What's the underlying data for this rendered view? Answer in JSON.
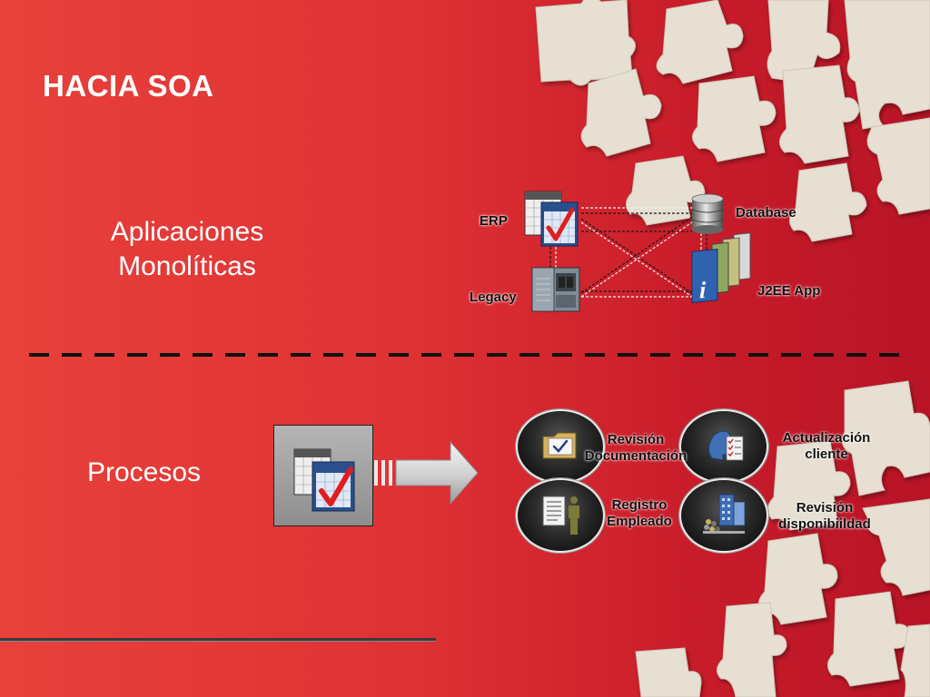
{
  "slide": {
    "title": "HACIA SOA"
  },
  "monolithic": {
    "label_line1": "Aplicaciones",
    "label_line2": "Monolíticas",
    "nodes": {
      "erp": "ERP",
      "database": "Database",
      "legacy": "Legacy",
      "j2ee": "J2EE App"
    }
  },
  "processes": {
    "label": "Procesos",
    "items": [
      {
        "line1": "Revisión",
        "line2": "Documentación",
        "icon": "folder-check-icon"
      },
      {
        "line1": "Actualización",
        "line2": "cliente",
        "icon": "head-checklist-icon"
      },
      {
        "line1": "Registro",
        "line2": "Empleado",
        "icon": "document-person-icon"
      },
      {
        "line1": "Revisión",
        "line2": "disponibiildad",
        "icon": "buildings-icon"
      }
    ]
  },
  "colors": {
    "background": "#de3134",
    "title": "#ffffff",
    "puzzle": "#e6dfd2"
  }
}
